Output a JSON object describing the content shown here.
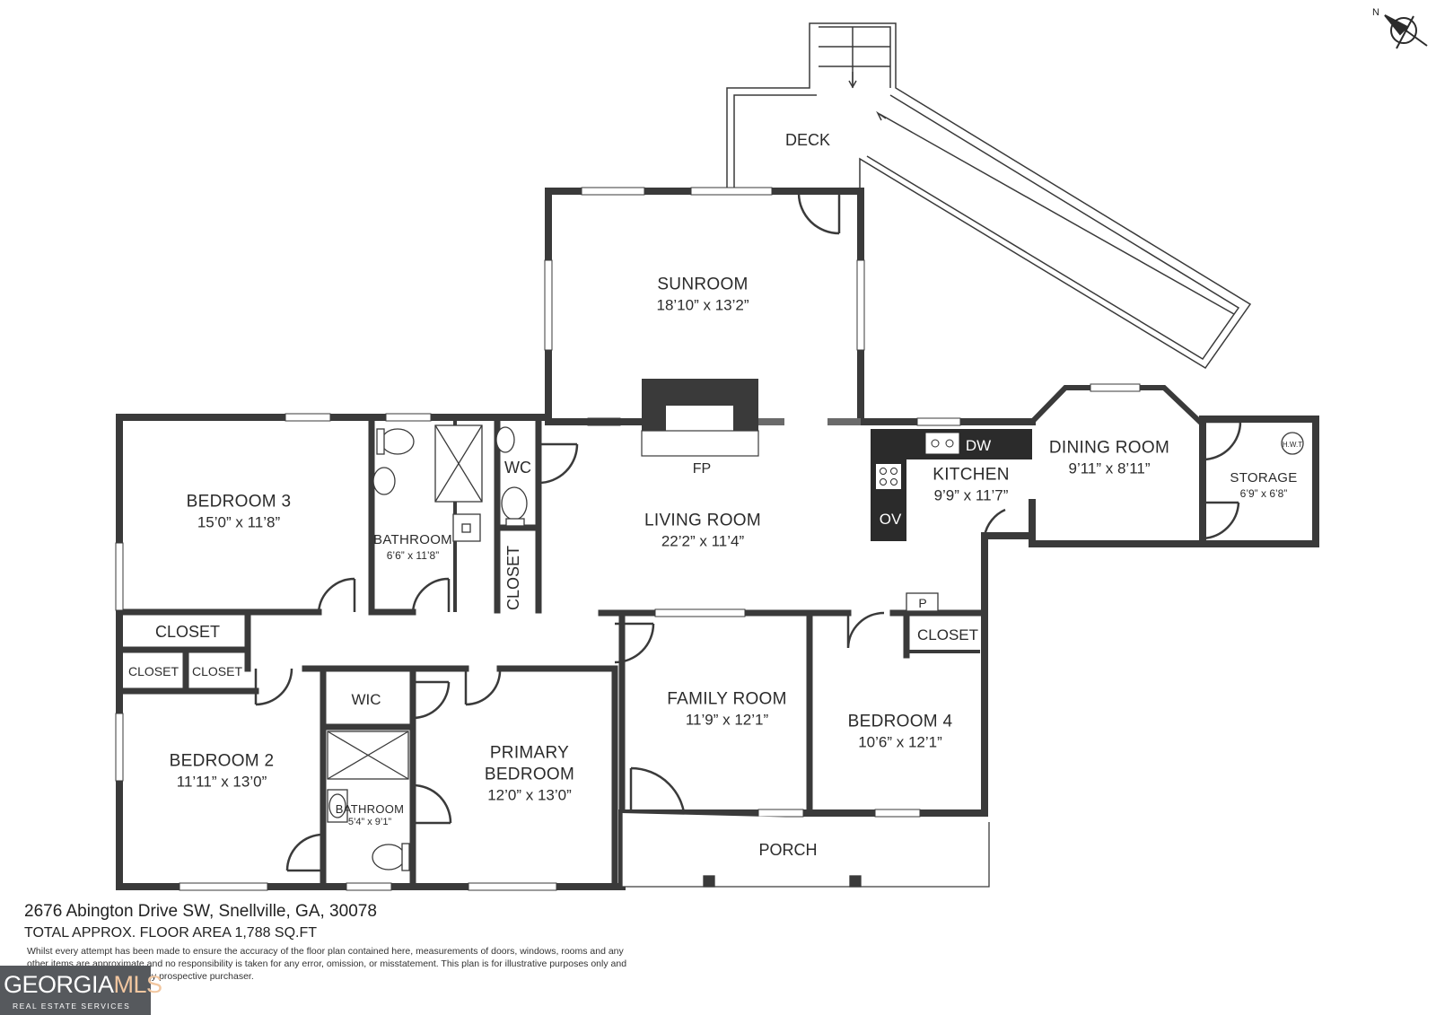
{
  "rooms": {
    "sunroom": {
      "name": "SUNROOM",
      "dims": "18’10” x 13’2”"
    },
    "living": {
      "name": "LIVING ROOM",
      "dims": "22’2” x 11’4”"
    },
    "kitchen": {
      "name": "KITCHEN",
      "dims": "9’9” x 11’7”"
    },
    "dining": {
      "name": "DINING ROOM",
      "dims": "9’11” x 8’11”"
    },
    "storage": {
      "name": "STORAGE",
      "dims": "6’9” x 6’8”"
    },
    "bedroom3": {
      "name": "BEDROOM 3",
      "dims": "15’0” x 11’8”"
    },
    "bath1": {
      "name": "BATHROOM",
      "dims": "6’6” x 11’8”"
    },
    "bedroom2": {
      "name": "BEDROOM 2",
      "dims": "11’11” x 13’0”"
    },
    "bath2": {
      "name": "BATHROOM",
      "dims": "5’4” x 9’1”"
    },
    "primary": {
      "name1": "PRIMARY",
      "name2": "BEDROOM",
      "dims": "12’0” x 13’0”"
    },
    "family": {
      "name": "FAMILY ROOM",
      "dims": "11’9” x 12’1”"
    },
    "bedroom4": {
      "name": "BEDROOM 4",
      "dims": "10’6” x 12’1”"
    }
  },
  "labels": {
    "deck": "DECK",
    "fp": "FP",
    "wc": "WC",
    "closet_v": "CLOSET",
    "closet_b3": "CLOSET",
    "closet_a": "CLOSET",
    "closet_b": "CLOSET",
    "closet_b4": "CLOSET",
    "wic": "WIC",
    "porch": "PORCH",
    "dw": "DW",
    "ov": "OV",
    "p": "P",
    "hwt": "H.W.T",
    "north": "N"
  },
  "footer": {
    "address": "2676 Abington Drive SW, Snellville, GA, 30078",
    "area": "TOTAL APPROX. FLOOR AREA 1,788 SQ.FT",
    "disclaimer": "Whilst every attempt has been made to ensure the accuracy of the floor plan contained here, measurements of doors, windows, rooms and any other items are approximate and no responsibility is taken for any error, omission, or misstatement. This plan is for illustrative purposes only and should be used as such by any prospective purchaser."
  },
  "logo": {
    "brand_a": "GEORGIA",
    "brand_b": "MLS",
    "tagline": "REAL ESTATE SERVICES"
  },
  "colors": {
    "wall": "#3a3a3a",
    "accent_logo": "#f2c7a0",
    "logo_bg": "#56595d"
  }
}
